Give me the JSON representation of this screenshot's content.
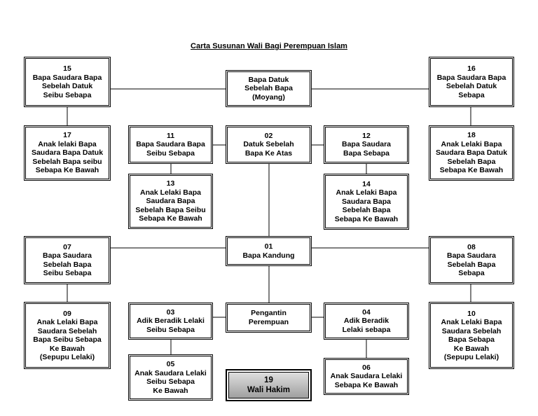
{
  "title": "Carta Susunan Wali Bagi Perempuan Islam",
  "nodes": [
    {
      "id": "n15",
      "lines": [
        "15",
        "Bapa Saudara Bapa",
        "Sebelah Datuk",
        "Seibu Sebapa"
      ]
    },
    {
      "id": "moyang",
      "lines": [
        "Bapa Datuk",
        "Sebelah Bapa",
        "(Moyang)"
      ]
    },
    {
      "id": "n16",
      "lines": [
        "16",
        "Bapa Saudara Bapa",
        "Sebelah Datuk",
        "Sebapa"
      ]
    },
    {
      "id": "n17",
      "lines": [
        "17",
        "Anak lelaki Bapa",
        "Saudara Bapa Datuk",
        "Sebelah Bapa seibu",
        "Sebapa Ke Bawah"
      ]
    },
    {
      "id": "n11",
      "lines": [
        "11",
        "Bapa Saudara Bapa",
        "Seibu Sebapa"
      ]
    },
    {
      "id": "n02",
      "lines": [
        "02",
        "Datuk Sebelah",
        "Bapa Ke Atas"
      ]
    },
    {
      "id": "n12",
      "lines": [
        "12",
        "Bapa Saudara",
        "Bapa Sebapa"
      ]
    },
    {
      "id": "n18",
      "lines": [
        "18",
        "Anak Lelaki Bapa",
        "Saudara Bapa Datuk",
        "Sebelah Bapa",
        "Sebapa Ke Bawah"
      ]
    },
    {
      "id": "n13",
      "lines": [
        "13",
        "Anak Lelaki Bapa",
        "Saudara Bapa",
        "Sebelah Bapa Seibu",
        "Sebapa Ke Bawah"
      ]
    },
    {
      "id": "n14",
      "lines": [
        "14",
        "Anak Lelaki Bapa",
        "Saudara Bapa",
        "Sebelah Bapa",
        "Sebapa Ke Bawah"
      ]
    },
    {
      "id": "n07",
      "lines": [
        "07",
        "Bapa Saudara",
        "Sebelah Bapa",
        "Seibu Sebapa"
      ]
    },
    {
      "id": "n01",
      "lines": [
        "01",
        "Bapa Kandung"
      ]
    },
    {
      "id": "n08",
      "lines": [
        "08",
        "Bapa Saudara",
        "Sebelah Bapa",
        "Sebapa"
      ]
    },
    {
      "id": "n09",
      "lines": [
        "09",
        "Anak Lelaki Bapa",
        "Saudara Sebelah",
        "Bapa Seibu Sebapa",
        "Ke Bawah",
        "(Sepupu Lelaki)"
      ]
    },
    {
      "id": "n03",
      "lines": [
        "03",
        "Adik Beradik Lelaki",
        "Seibu Sebapa"
      ]
    },
    {
      "id": "pengantin",
      "lines": [
        "Pengantin",
        "Perempuan"
      ]
    },
    {
      "id": "n04",
      "lines": [
        "04",
        "Adik Beradik",
        "Lelaki sebapa"
      ]
    },
    {
      "id": "n10",
      "lines": [
        "10",
        "Anak Lelaki Bapa",
        "Saudara Sebelah",
        "Bapa Sebapa",
        "Ke Bawah",
        "(Sepupu Lelaki)"
      ]
    },
    {
      "id": "n05",
      "lines": [
        "05",
        "Anak Saudara Lelaki",
        "Seibu Sebapa",
        "Ke Bawah"
      ]
    },
    {
      "id": "n19",
      "lines": [
        "19",
        "Wali Hakim"
      ]
    },
    {
      "id": "n06",
      "lines": [
        "06",
        "Anak Saudara Lelaki",
        "Sebapa Ke Bawah"
      ]
    }
  ]
}
